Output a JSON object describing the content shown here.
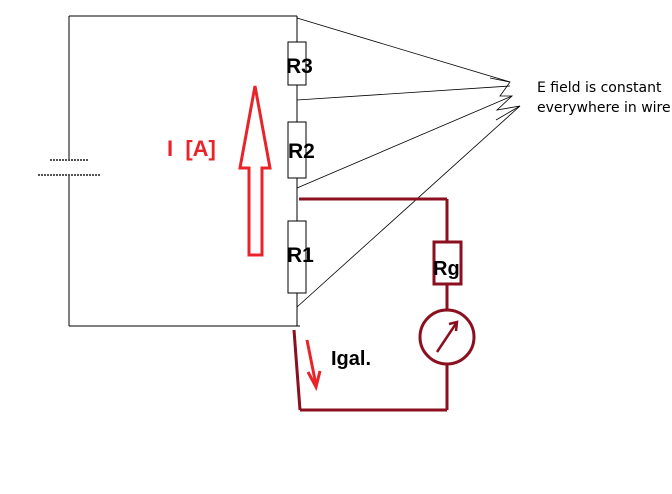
{
  "labels": {
    "r3": "R3",
    "r2": "R2",
    "r1": "R1",
    "rg": "Rg",
    "current": "I  [A]",
    "galvanometer_current": "Igal.",
    "note_line1": "E field is constant",
    "note_line2": "everywhere in wire"
  },
  "colors": {
    "wire": "#000000",
    "galvanometer_circuit": "#8b0f1e",
    "current_arrow": "#e8242a"
  }
}
